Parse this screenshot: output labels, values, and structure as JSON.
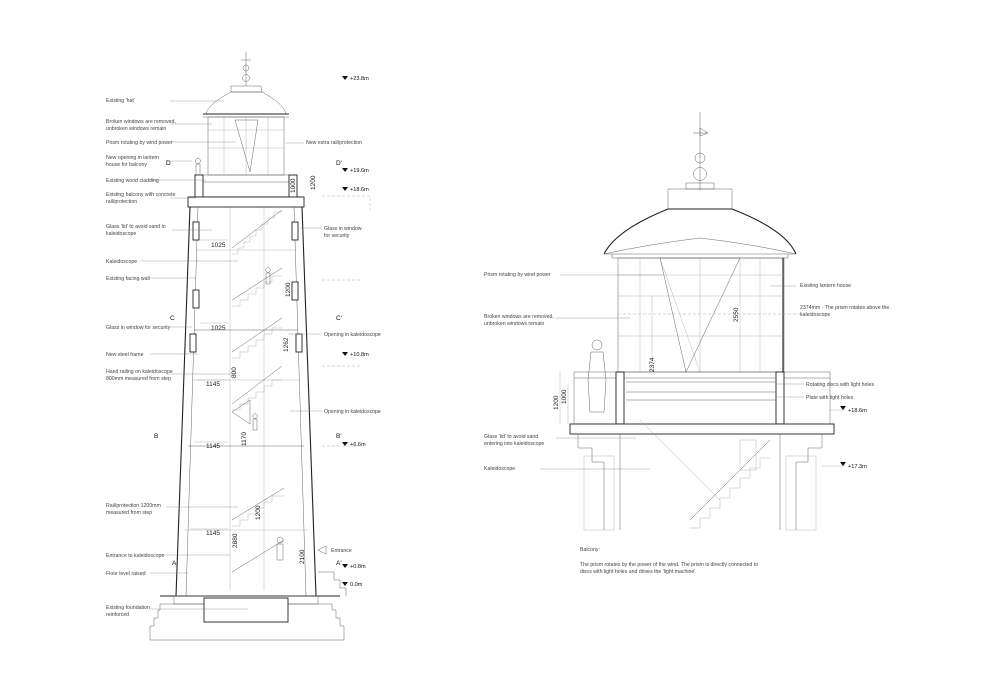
{
  "left_section": {
    "callouts_left": [
      "Existing 'hat'",
      "Broken windows are removed,",
      "unbroken windows remain",
      "Prism rotating by wind power",
      "New opening in lantern",
      "house for balcony",
      "Existing wood cladding",
      "Existing balcony with concrete",
      "rail/protection",
      "Glass 'lid' to avoid sand in",
      "kaleidoscope",
      "Kaleidoscope",
      "Existing facing wall",
      "Glass in window for security",
      "New steel frame",
      "Hand railing on kaleidoscope",
      "800mm measured from step",
      "Rail/protection 1200mm",
      "measured from step",
      "Entrance to kaleidoscope",
      "Floor level raised",
      "Existing foundation",
      "reinforced"
    ],
    "callouts_right": [
      "New extra rail/protection",
      "Glass in window",
      "for security",
      "Opening in kaleidoscope",
      "Opening in kaleidoscope",
      "Entrance"
    ],
    "levels": [
      "+23.8m",
      "+19.6m",
      "+18.6m",
      "+10.8m",
      "+6.6m",
      "+0.8m",
      "0.0m"
    ],
    "section_marks": [
      "D",
      "D'",
      "C",
      "C'",
      "B",
      "B'",
      "A",
      "A'"
    ],
    "dimensions": [
      "1025",
      "1025",
      "1145",
      "1145",
      "1145",
      "1000",
      "1200",
      "1200",
      "1262",
      "800",
      "1170",
      "1200",
      "2880",
      "2100"
    ]
  },
  "right_section": {
    "callouts_left": [
      "Prism rotating by wind power",
      "Broken windows are removed,",
      "unbroken windows remain",
      "Glass 'lid' to avoid sand",
      "entering into kaleidoscope",
      "Kaleidoscope"
    ],
    "callouts_right": [
      "Existing lantern house",
      "2374mm - The prism rotates above the",
      "kaleidoscope",
      "Rotating discs with light holes",
      "Plate with light holes"
    ],
    "levels": [
      "+18.6m",
      "+17.3m"
    ],
    "dimensions": [
      "2550",
      "2374",
      "1200",
      "1000"
    ],
    "note_title": "Balcony:",
    "note_lines": [
      "The prism rotates by the power of the wind. The prism is directly connected to",
      "discs with light holes and drives the 'light machine'"
    ]
  }
}
